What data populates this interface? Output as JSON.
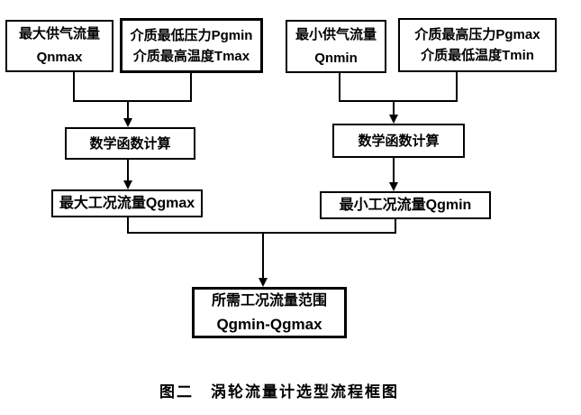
{
  "figure": {
    "caption": "图二　涡轮流量计选型流程框图"
  },
  "flowchart": {
    "nodes": {
      "max_supply_flow": {
        "lines": [
          "最大供气流量",
          "Qnmax"
        ]
      },
      "min_pressure_max_temp": {
        "lines": [
          "介质最低压力Pgmin",
          "介质最高温度Tmax"
        ]
      },
      "min_supply_flow": {
        "lines": [
          "最小供气流量",
          "Qnmin"
        ]
      },
      "max_pressure_min_temp": {
        "lines": [
          "介质最高压力Pgmax",
          "介质最低温度Tmin"
        ]
      },
      "math_calc_left": {
        "lines": [
          "数学函数计算"
        ]
      },
      "max_working_flow": {
        "lines": [
          "最大工况流量Qgmax"
        ]
      },
      "math_calc_right": {
        "lines": [
          "数学函数计算"
        ]
      },
      "min_working_flow": {
        "lines": [
          "最小工况流量Qgmin"
        ]
      },
      "required_flow_range": {
        "lines": [
          "所需工况流量范围",
          "Qgmin-Qgmax"
        ]
      }
    },
    "colors": {
      "stroke": "#000000",
      "background": "#ffffff",
      "text": "#000000"
    }
  }
}
